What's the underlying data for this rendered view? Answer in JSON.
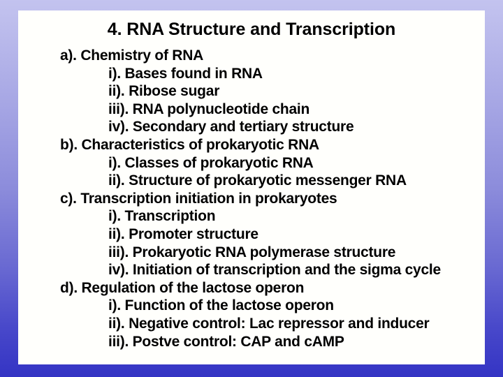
{
  "slide": {
    "title": "4. RNA Structure and Transcription",
    "colors": {
      "background_top": "#c3c3ef",
      "background_mid": "#8c8cdb",
      "background_bottom": "#3434c4",
      "panel": "#fffffc",
      "text": "#000000"
    },
    "outline": [
      {
        "level": 1,
        "text": "a). Chemistry of RNA"
      },
      {
        "level": 2,
        "text": "i). Bases found in RNA"
      },
      {
        "level": 2,
        "text": "ii). Ribose sugar"
      },
      {
        "level": 2,
        "text": "iii). RNA polynucleotide chain"
      },
      {
        "level": 2,
        "text": "iv). Secondary and tertiary structure"
      },
      {
        "level": 1,
        "text": "b). Characteristics of prokaryotic RNA"
      },
      {
        "level": 2,
        "text": "i). Classes of prokaryotic RNA"
      },
      {
        "level": 2,
        "text": "ii). Structure of prokaryotic messenger RNA"
      },
      {
        "level": 1,
        "text": "c). Transcription initiation in prokaryotes"
      },
      {
        "level": 2,
        "text": "i). Transcription"
      },
      {
        "level": 2,
        "text": "ii). Promoter structure"
      },
      {
        "level": 2,
        "text": "iii). Prokaryotic RNA polymerase structure"
      },
      {
        "level": 2,
        "text": "iv). Initiation of transcription and the sigma cycle"
      },
      {
        "level": 1,
        "text": "d). Regulation of the lactose operon"
      },
      {
        "level": 2,
        "text": "i). Function of the lactose operon"
      },
      {
        "level": 2,
        "text": "ii). Negative control: Lac repressor and inducer"
      },
      {
        "level": 2,
        "text": "iii). Postve control: CAP and cAMP"
      }
    ]
  }
}
